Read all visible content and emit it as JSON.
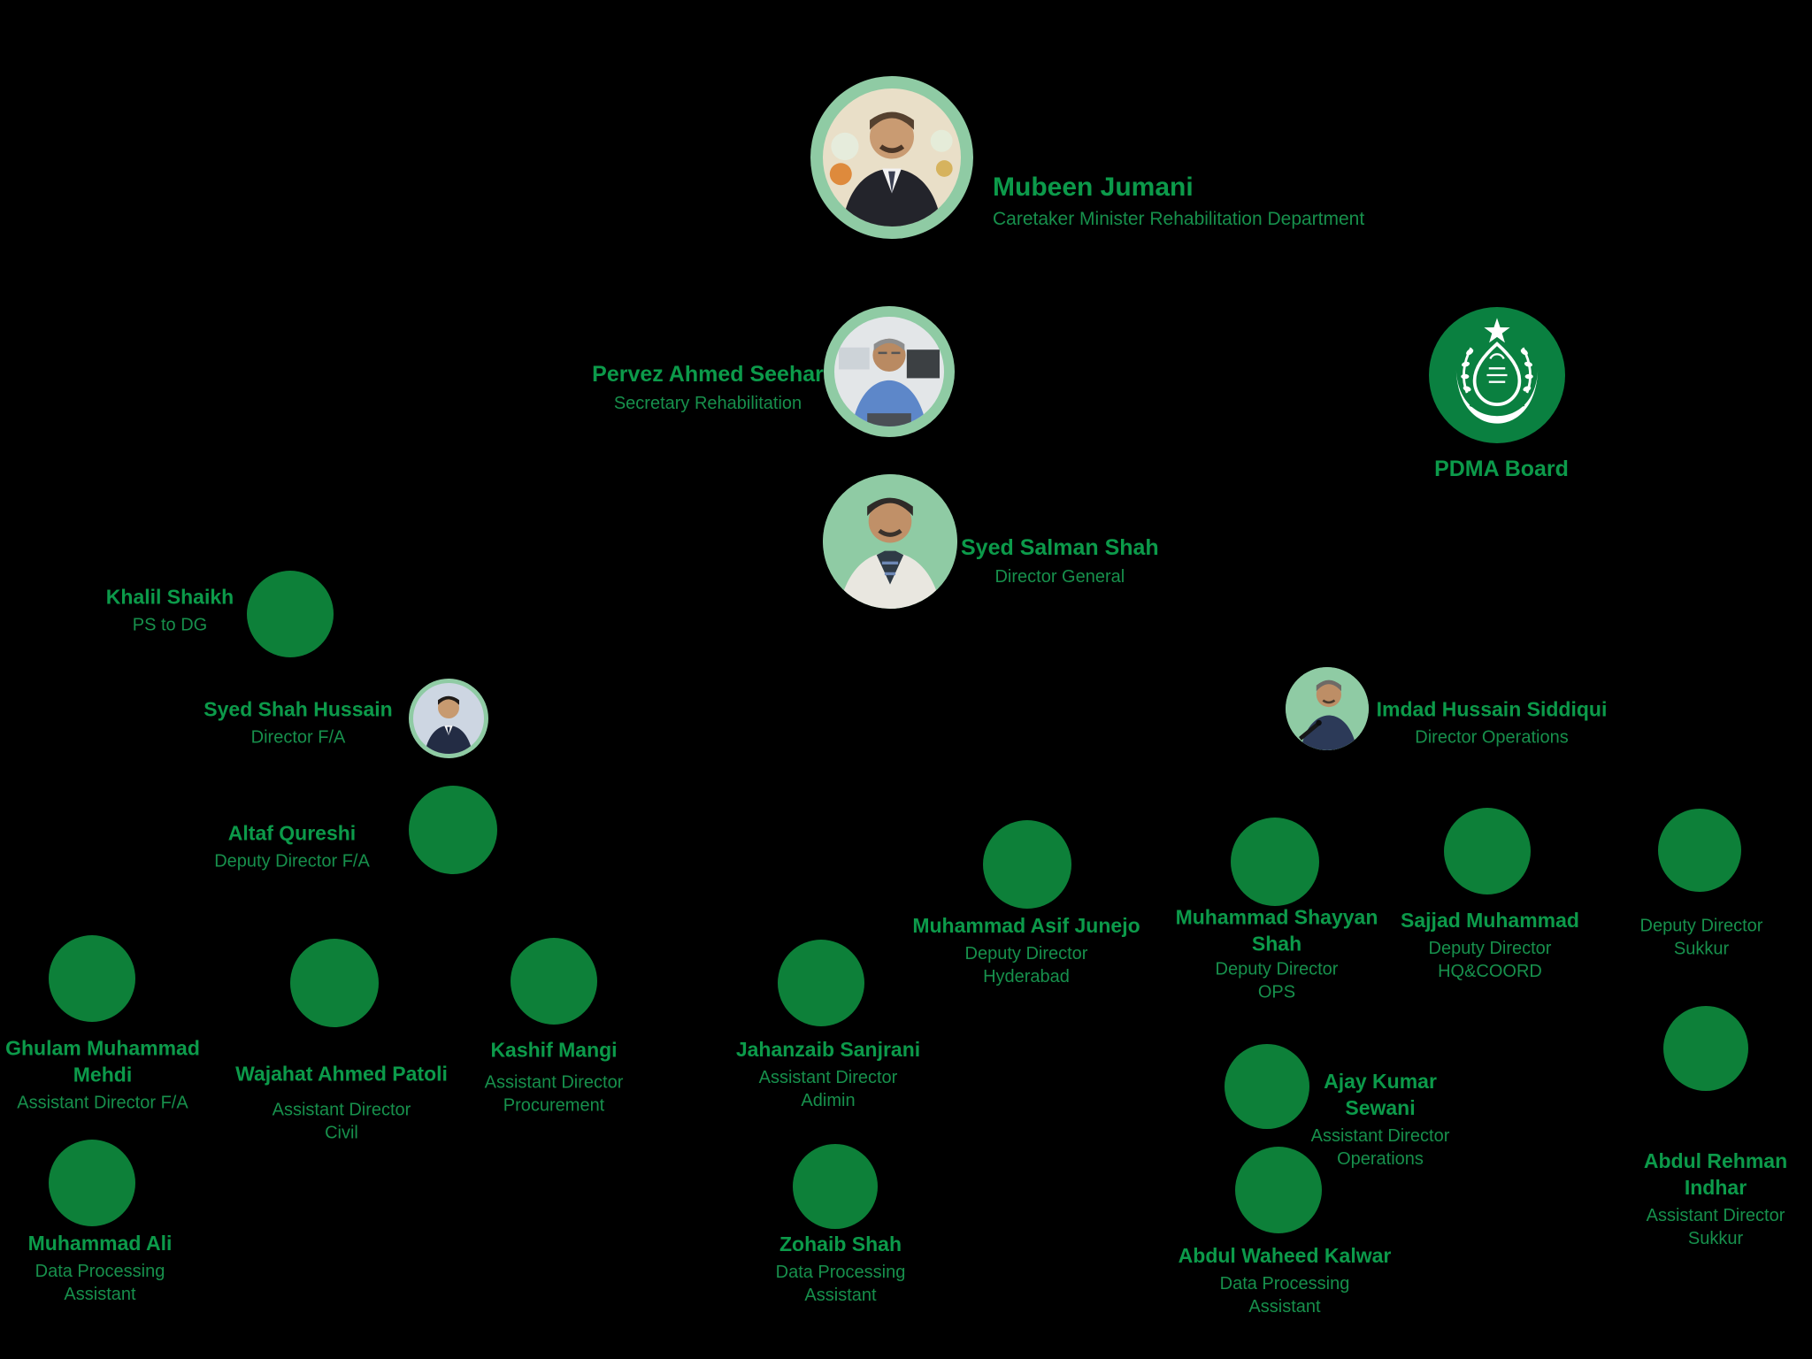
{
  "colors": {
    "background": "#000000",
    "circle": "#0D8039",
    "ring": "#8FCBA4",
    "name_text": "#0C9A4A",
    "title_text": "#17904C",
    "logo_green": "#0A8040"
  },
  "board": {
    "label": "PDMA Board"
  },
  "people": [
    {
      "id": "mubeen-jumani",
      "node": "photo",
      "name": "Mubeen Jumani",
      "title": "Caretaker Minister Rehabilitation Department",
      "name_lines": [
        "Mubeen Jumani"
      ],
      "title_lines": [
        "Caretaker Minister Rehabilitation Department"
      ]
    },
    {
      "id": "pervez-ahmed-seehar",
      "node": "photo",
      "name": "Pervez Ahmed Seehar",
      "title": "Secretary Rehabilitation",
      "name_lines": [
        "Pervez Ahmed Seehar"
      ],
      "title_lines": [
        "Secretary Rehabilitation"
      ]
    },
    {
      "id": "syed-salman-shah",
      "node": "photo",
      "name": "Syed Salman Shah",
      "title": "Director General",
      "name_lines": [
        "Syed Salman Shah"
      ],
      "title_lines": [
        "Director General"
      ]
    },
    {
      "id": "khalil-shaikh",
      "node": "circle",
      "name": "Khalil Shaikh",
      "title": "PS to DG",
      "name_lines": [
        "Khalil Shaikh"
      ],
      "title_lines": [
        "PS to DG"
      ]
    },
    {
      "id": "syed-shah-hussain",
      "node": "photo",
      "name": "Syed Shah Hussain",
      "title": "Director F/A",
      "name_lines": [
        "Syed Shah Hussain"
      ],
      "title_lines": [
        "Director F/A"
      ]
    },
    {
      "id": "imdad-hussain-siddiqui",
      "node": "photo",
      "name": "Imdad Hussain Siddiqui",
      "title": "Director Operations",
      "name_lines": [
        "Imdad Hussain Siddiqui"
      ],
      "title_lines": [
        "Director Operations"
      ]
    },
    {
      "id": "altaf-qureshi",
      "node": "circle",
      "name": "Altaf Qureshi",
      "title": "Deputy Director F/A",
      "name_lines": [
        "Altaf Qureshi"
      ],
      "title_lines": [
        "Deputy Director F/A"
      ]
    },
    {
      "id": "muhammad-asif-junejo",
      "node": "circle",
      "name": "Muhammad Asif Junejo",
      "title": "Deputy Director Hyderabad",
      "name_lines": [
        "Muhammad Asif Junejo"
      ],
      "title_lines": [
        "Deputy Director",
        "Hyderabad"
      ]
    },
    {
      "id": "muhammad-shayyan-shah",
      "node": "circle",
      "name": "Muhammad Shayyan Shah",
      "title": "Deputy Director OPS",
      "name_lines": [
        "Muhammad Shayyan",
        "Shah"
      ],
      "title_lines": [
        "Deputy Director",
        "OPS"
      ]
    },
    {
      "id": "sajjad-muhammad",
      "node": "circle",
      "name": "Sajjad Muhammad",
      "title": "Deputy Director HQ&COORD",
      "name_lines": [
        "Sajjad Muhammad"
      ],
      "title_lines": [
        "Deputy Director",
        "HQ&COORD"
      ]
    },
    {
      "id": "deputy-director-sukkur",
      "node": "circle",
      "name": "",
      "title": "Deputy Director Sukkur",
      "name_lines": [],
      "title_lines": [
        "Deputy Director",
        "Sukkur"
      ]
    },
    {
      "id": "ghulam-muhammad-mehdi",
      "node": "circle",
      "name": "Ghulam Muhammad Mehdi",
      "title": "Assistant Director F/A",
      "name_lines": [
        "Ghulam Muhammad",
        "Mehdi"
      ],
      "title_lines": [
        "Assistant Director F/A"
      ]
    },
    {
      "id": "wajahat-ahmed-patoli",
      "node": "circle",
      "name": "Wajahat Ahmed Patoli",
      "title": "Assistant Director Civil",
      "name_lines": [
        "Wajahat Ahmed Patoli"
      ],
      "title_lines": [
        "Assistant Director",
        "Civil"
      ]
    },
    {
      "id": "kashif-mangi",
      "node": "circle",
      "name": "Kashif Mangi",
      "title": "Assistant Director Procurement",
      "name_lines": [
        "Kashif Mangi"
      ],
      "title_lines": [
        "Assistant Director",
        "Procurement"
      ]
    },
    {
      "id": "jahanzaib-sanjrani",
      "node": "circle",
      "name": "Jahanzaib Sanjrani",
      "title": "Assistant Director Adimin",
      "name_lines": [
        "Jahanzaib Sanjrani"
      ],
      "title_lines": [
        "Assistant Director",
        "Adimin"
      ]
    },
    {
      "id": "ajay-kumar-sewani",
      "node": "circle",
      "name": "Ajay Kumar Sewani",
      "title": "Assistant Director Operations",
      "name_lines": [
        "Ajay Kumar",
        "Sewani"
      ],
      "title_lines": [
        "Assistant Director",
        "Operations"
      ]
    },
    {
      "id": "abdul-rehman-indhar",
      "node": "circle",
      "name": "Abdul Rehman Indhar",
      "title": "Assistant Director Sukkur",
      "name_lines": [
        "Abdul Rehman",
        "Indhar"
      ],
      "title_lines": [
        "Assistant Director",
        "Sukkur"
      ]
    },
    {
      "id": "muhammad-ali",
      "node": "circle",
      "name": "Muhammad Ali",
      "title": "Data Processing Assistant",
      "name_lines": [
        "Muhammad Ali"
      ],
      "title_lines": [
        "Data Processing",
        "Assistant"
      ]
    },
    {
      "id": "zohaib-shah",
      "node": "circle",
      "name": "Zohaib Shah",
      "title": "Data Processing Assistant",
      "name_lines": [
        "Zohaib Shah"
      ],
      "title_lines": [
        "Data Processing",
        "Assistant"
      ]
    },
    {
      "id": "abdul-waheed-kalwar",
      "node": "circle",
      "name": "Abdul Waheed Kalwar",
      "title": "Data Processing Assistant",
      "name_lines": [
        "Abdul Waheed Kalwar"
      ],
      "title_lines": [
        "Data Processing",
        "Assistant"
      ]
    }
  ]
}
